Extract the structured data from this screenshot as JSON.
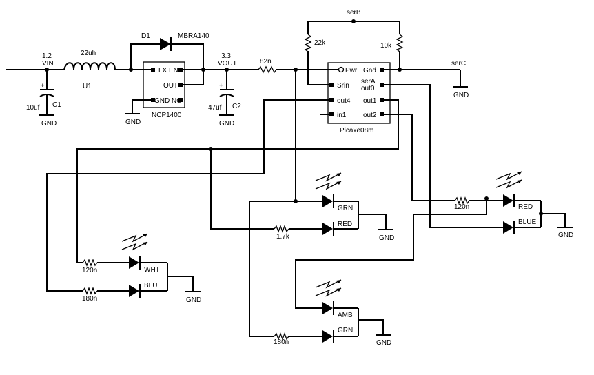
{
  "labels": {
    "vin_v": "1.2",
    "vin": "VIN",
    "inductor": "22uh",
    "u1": "U1",
    "c1_val": "10uf",
    "c1": "C1",
    "gnd": "GND",
    "d1": "D1",
    "diode": "MBRA140",
    "reg_lx": "LX EN",
    "reg_out": "OUT",
    "reg_gnd": "GND NC",
    "reg_name": "NCP1400",
    "vout_v": "3.3",
    "vout": "VOUT",
    "c2_val": "47uf",
    "c2": "C2",
    "r_82n": "82n",
    "serb": "serB",
    "r_22k": "22k",
    "r_10k": "10k",
    "serc": "serC",
    "pic_pwr": "Pwr",
    "pic_gnd": "Gnd",
    "pic_srin": "Srin",
    "pic_sera": "serA",
    "pic_out0": "out0",
    "pic_out4": "out4",
    "pic_out1": "out1",
    "pic_in1": "in1",
    "pic_out2": "out2",
    "pic_name": "Picaxe08m",
    "grn": "GRN",
    "red": "RED",
    "r_1k7": "1.7k",
    "wht": "WHT",
    "blu": "BLU",
    "r_120n": "120n",
    "r_180n": "180n",
    "blue": "BLUE",
    "amb": "AMB"
  }
}
